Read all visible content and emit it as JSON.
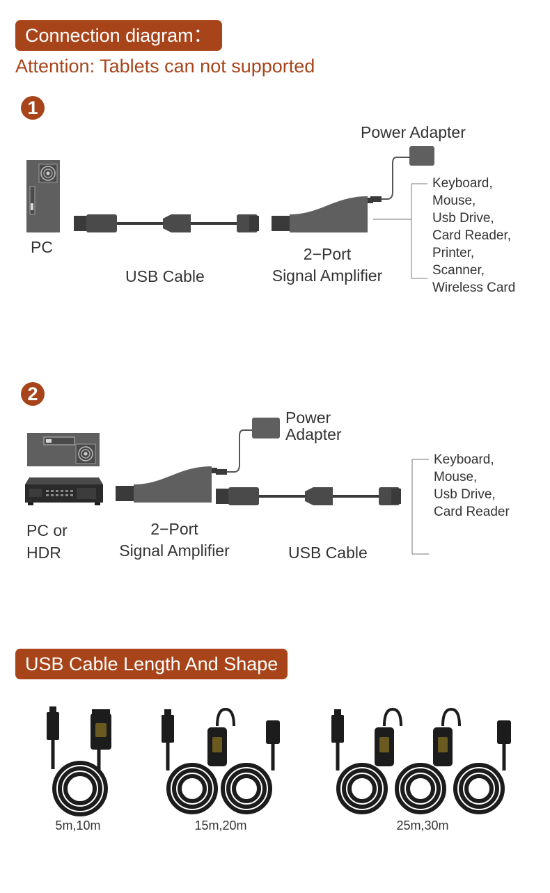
{
  "header": {
    "title": "Connection diagram：",
    "attention_label": "Attention:",
    "attention_text": " Tablets can not supported"
  },
  "diagram1": {
    "step": "1",
    "power_adapter": "Power Adapter",
    "pc": "PC",
    "usb_cable": "USB Cable",
    "amplifier_line1": "2−Port",
    "amplifier_line2": "Signal Amplifier",
    "devices": [
      "Keyboard,",
      "Mouse,",
      "Usb Drive,",
      "Card Reader,",
      "Printer,",
      "Scanner,",
      "Wireless Card"
    ]
  },
  "diagram2": {
    "step": "2",
    "power_adapter_line1": "Power",
    "power_adapter_line2": "Adapter",
    "pc_line1": "PC or",
    "pc_line2": "HDR",
    "amplifier_line1": "2−Port",
    "amplifier_line2": "Signal Amplifier",
    "usb_cable": "USB Cable",
    "devices": [
      "Keyboard,",
      "Mouse,",
      "Usb Drive,",
      "Card Reader"
    ]
  },
  "lengths": {
    "title": "USB Cable Length And Shape",
    "items": [
      {
        "label": "5m,10m"
      },
      {
        "label": "15m,20m"
      },
      {
        "label": "25m,30m"
      }
    ]
  },
  "colors": {
    "accent": "#a8441a",
    "device_gray": "#5f5f5f",
    "cable_dark": "#2a2a2a"
  }
}
